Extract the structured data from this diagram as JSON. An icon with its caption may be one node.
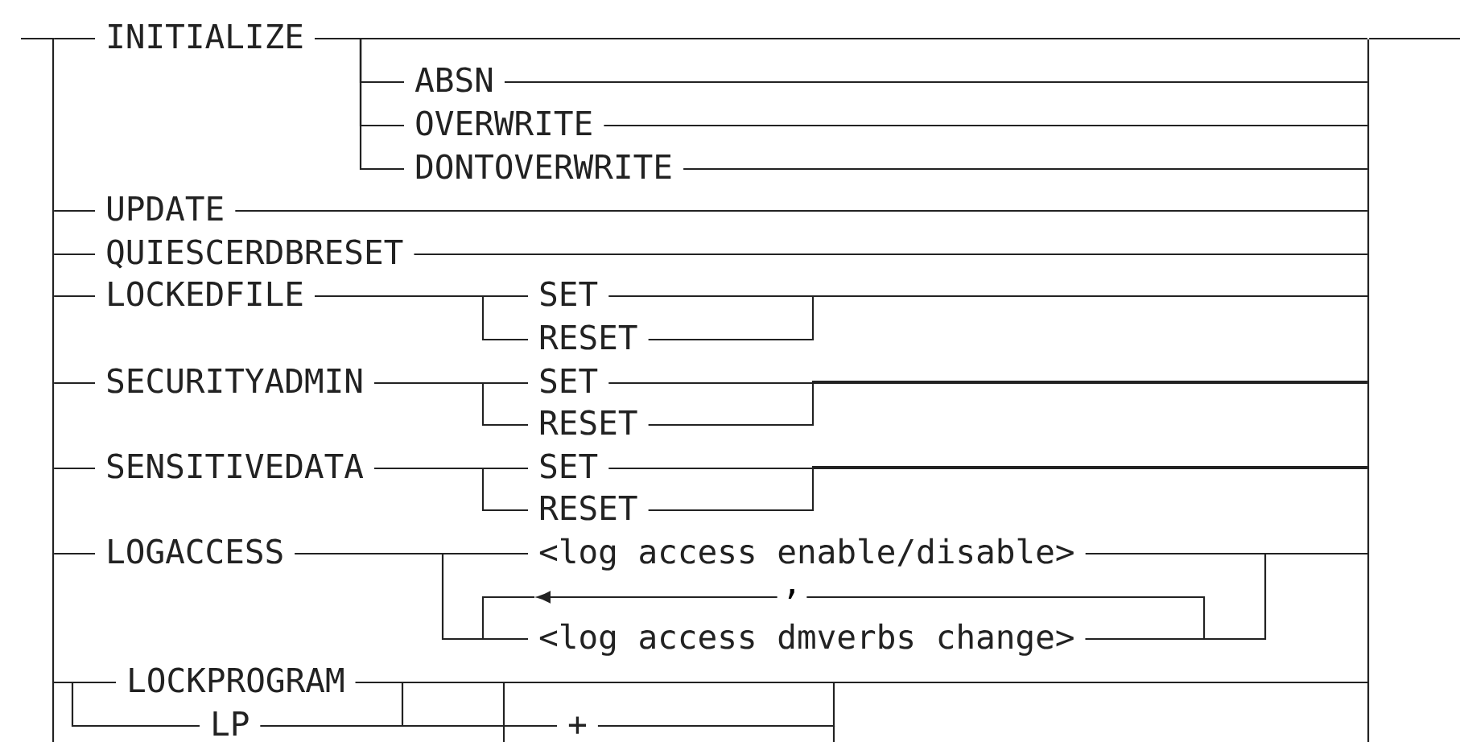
{
  "diagram": {
    "nodes": [
      {
        "text": [
          "INITIALIZE"
        ]
      },
      {
        "text": [
          "ABSN"
        ]
      },
      {
        "text": [
          "OVERWRITE"
        ]
      },
      {
        "text": [
          "DONTOVERWRITE"
        ]
      },
      {
        "text": [
          "UPDATE"
        ]
      },
      {
        "text": [
          "QUIESCERDBRESET"
        ]
      },
      {
        "text": [
          "LOCKEDFILE"
        ]
      },
      {
        "text": [
          "SET"
        ]
      },
      {
        "text": [
          "RESET"
        ]
      },
      {
        "text": [
          "SECURITYADMIN"
        ]
      },
      {
        "text": [
          "SET"
        ]
      },
      {
        "text": [
          "RESET"
        ]
      },
      {
        "text": [
          "SENSITIVEDATA"
        ]
      },
      {
        "text": [
          "SET"
        ]
      },
      {
        "text": [
          "RESET"
        ]
      },
      {
        "text": [
          "LOGACCESS"
        ]
      },
      {
        "text": [
          "<log access enable/disable>"
        ]
      },
      {
        "text": [
          "<log access dmverbs change>"
        ]
      },
      {
        "text": [
          "LOCKPROGRAM"
        ]
      },
      {
        "text": [
          "LP"
        ]
      },
      {
        "text": [
          "+"
        ]
      },
      {
        "text": [],
        "shape": "bar"
      },
      {
        "text": [],
        "shape": "bar"
      }
    ],
    "edges": [
      {
        "from": 0,
        "to": 1,
        "arrow": "none"
      },
      {
        "from": 0,
        "to": 2,
        "arrow": "none"
      },
      {
        "from": 0,
        "to": 3,
        "arrow": "none"
      },
      {
        "from": 6,
        "to": 7,
        "arrow": "none"
      },
      {
        "from": 6,
        "to": 8,
        "arrow": "none"
      },
      {
        "from": 9,
        "to": 10,
        "arrow": "none"
      },
      {
        "from": 9,
        "to": 11,
        "arrow": "none"
      },
      {
        "from": 12,
        "to": 13,
        "arrow": "none"
      },
      {
        "from": 12,
        "to": 14,
        "arrow": "none"
      },
      {
        "from": 15,
        "to": 16,
        "arrow": "none"
      },
      {
        "from": 15,
        "to": 17,
        "arrow": "none"
      },
      {
        "from": 17,
        "to": 17,
        "label": ",",
        "arrow": "to"
      },
      {
        "from": 18,
        "to": 20,
        "arrow": "none"
      },
      {
        "from": 19,
        "to": 20,
        "arrow": "none"
      },
      {
        "from": null,
        "to": 21,
        "arrow": "none"
      },
      {
        "from": 21,
        "to": 0,
        "arrow": "none"
      },
      {
        "from": 21,
        "to": 4,
        "arrow": "none"
      },
      {
        "from": 21,
        "to": 5,
        "arrow": "none"
      },
      {
        "from": 21,
        "to": 6,
        "arrow": "none"
      },
      {
        "from": 21,
        "to": 9,
        "arrow": "none"
      },
      {
        "from": 21,
        "to": 12,
        "arrow": "none"
      },
      {
        "from": 21,
        "to": 15,
        "arrow": "none"
      },
      {
        "from": 21,
        "to": 18,
        "arrow": "none"
      },
      {
        "from": 21,
        "to": 19,
        "arrow": "none"
      },
      {
        "from": 0,
        "to": 22,
        "arrow": "none"
      },
      {
        "from": 1,
        "to": 22,
        "arrow": "none"
      },
      {
        "from": 2,
        "to": 22,
        "arrow": "none"
      },
      {
        "from": 3,
        "to": 22,
        "arrow": "none"
      },
      {
        "from": 4,
        "to": 22,
        "arrow": "none"
      },
      {
        "from": 5,
        "to": 22,
        "arrow": "none"
      },
      {
        "from": 7,
        "to": 22,
        "arrow": "none"
      },
      {
        "from": 8,
        "to": 22,
        "arrow": "none"
      },
      {
        "from": 10,
        "to": 22,
        "arrow": "none"
      },
      {
        "from": 11,
        "to": 22,
        "arrow": "none"
      },
      {
        "from": 13,
        "to": 22,
        "arrow": "none"
      },
      {
        "from": 14,
        "to": 22,
        "arrow": "none"
      },
      {
        "from": 16,
        "to": 22,
        "arrow": "none"
      },
      {
        "from": 17,
        "to": 22,
        "arrow": "none"
      },
      {
        "from": 18,
        "to": 22,
        "arrow": "none"
      },
      {
        "from": 19,
        "to": 22,
        "arrow": "none"
      },
      {
        "from": 20,
        "to": 22,
        "arrow": "none"
      },
      {
        "from": 22,
        "to": null,
        "arrow": "none"
      }
    ]
  }
}
